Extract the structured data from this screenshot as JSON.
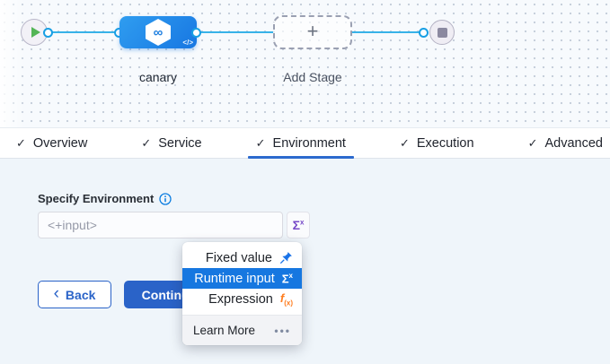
{
  "canvas": {
    "stage": {
      "name": "canary",
      "infinity_glyph": "∞",
      "code_glyph": "</>"
    },
    "add_stage": {
      "label": "Add Stage",
      "plus_glyph": "+"
    }
  },
  "tabs": {
    "check_glyph": "✓",
    "items": [
      {
        "label": "Overview",
        "active": false
      },
      {
        "label": "Service",
        "active": false
      },
      {
        "label": "Environment",
        "active": true
      },
      {
        "label": "Execution",
        "active": false
      },
      {
        "label": "Advanced",
        "active": false
      }
    ]
  },
  "form": {
    "label": "Specify Environment",
    "value": "<+input>",
    "sigma_glyph": "Σ",
    "sigma_sup": "x"
  },
  "actions": {
    "back_chevron": "‹",
    "back_label": "Back",
    "continue_label": "Continue"
  },
  "dropdown": {
    "items": [
      {
        "label": "Fixed value",
        "icon": "pin-icon",
        "selected": false
      },
      {
        "label": "Runtime input",
        "icon": "sigma-icon",
        "selected": true
      },
      {
        "label": "Expression",
        "icon": "fx-icon",
        "selected": false
      }
    ],
    "sigma_glyph": "Σ",
    "sigma_sup": "x",
    "fx_glyph": "f",
    "fx_sub": "(x)",
    "footer_label": "Learn More",
    "more_glyph": "•••"
  },
  "colors": {
    "primary_blue": "#2a63c8",
    "menu_highlight_blue": "#1677e0",
    "stage_blue": "#1e7fe0",
    "connector_cyan": "#38b2e8",
    "runtime_purple": "#7649c8",
    "expression_orange": "#ff7d1f",
    "play_green": "#53b556",
    "content_bg": "#eff5fa"
  }
}
